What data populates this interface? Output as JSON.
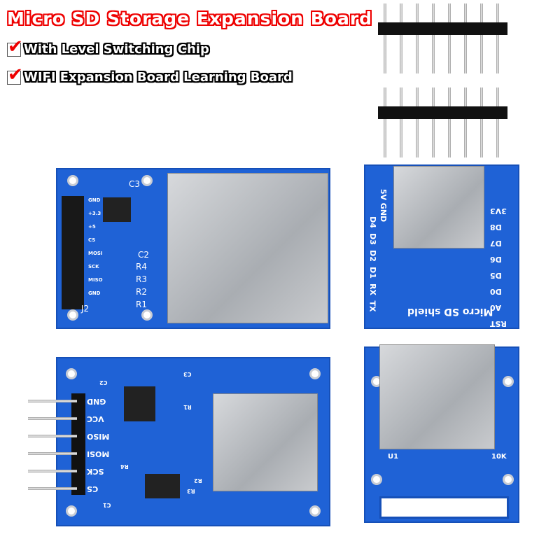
{
  "title": "Micro SD Storage Expansion Board",
  "features": [
    "With Level Switching Chip",
    "WIFI Expansion Board Learning Board"
  ],
  "icons": {
    "check": "red-checkmark"
  },
  "colors": {
    "pcb": "#1f62d6",
    "title_outline": "#e00000"
  },
  "board1": {
    "pins": [
      "GND",
      "+3.3",
      "+5",
      "CS",
      "MOSI",
      "SCK",
      "MISO",
      "GND"
    ],
    "labels": [
      "C3",
      "C2",
      "R4",
      "R3",
      "R2",
      "R1",
      "J2"
    ]
  },
  "board2": {
    "left": [
      "5V GND",
      "D4",
      "D3",
      "D2",
      "D1",
      "RX",
      "TX"
    ],
    "right": [
      "3V3",
      "D8",
      "D7",
      "D6",
      "D5",
      "D0",
      "A0",
      "RST"
    ],
    "name": "Micro SD shield"
  },
  "board3": {
    "pins": [
      "GND",
      "VCC",
      "MISO",
      "MOSI",
      "SCK",
      "CS"
    ],
    "labels": [
      "C2",
      "C3",
      "R1",
      "R2",
      "R3",
      "R4",
      "C1"
    ]
  },
  "board4": {
    "labels": [
      "U1",
      "10K"
    ]
  }
}
